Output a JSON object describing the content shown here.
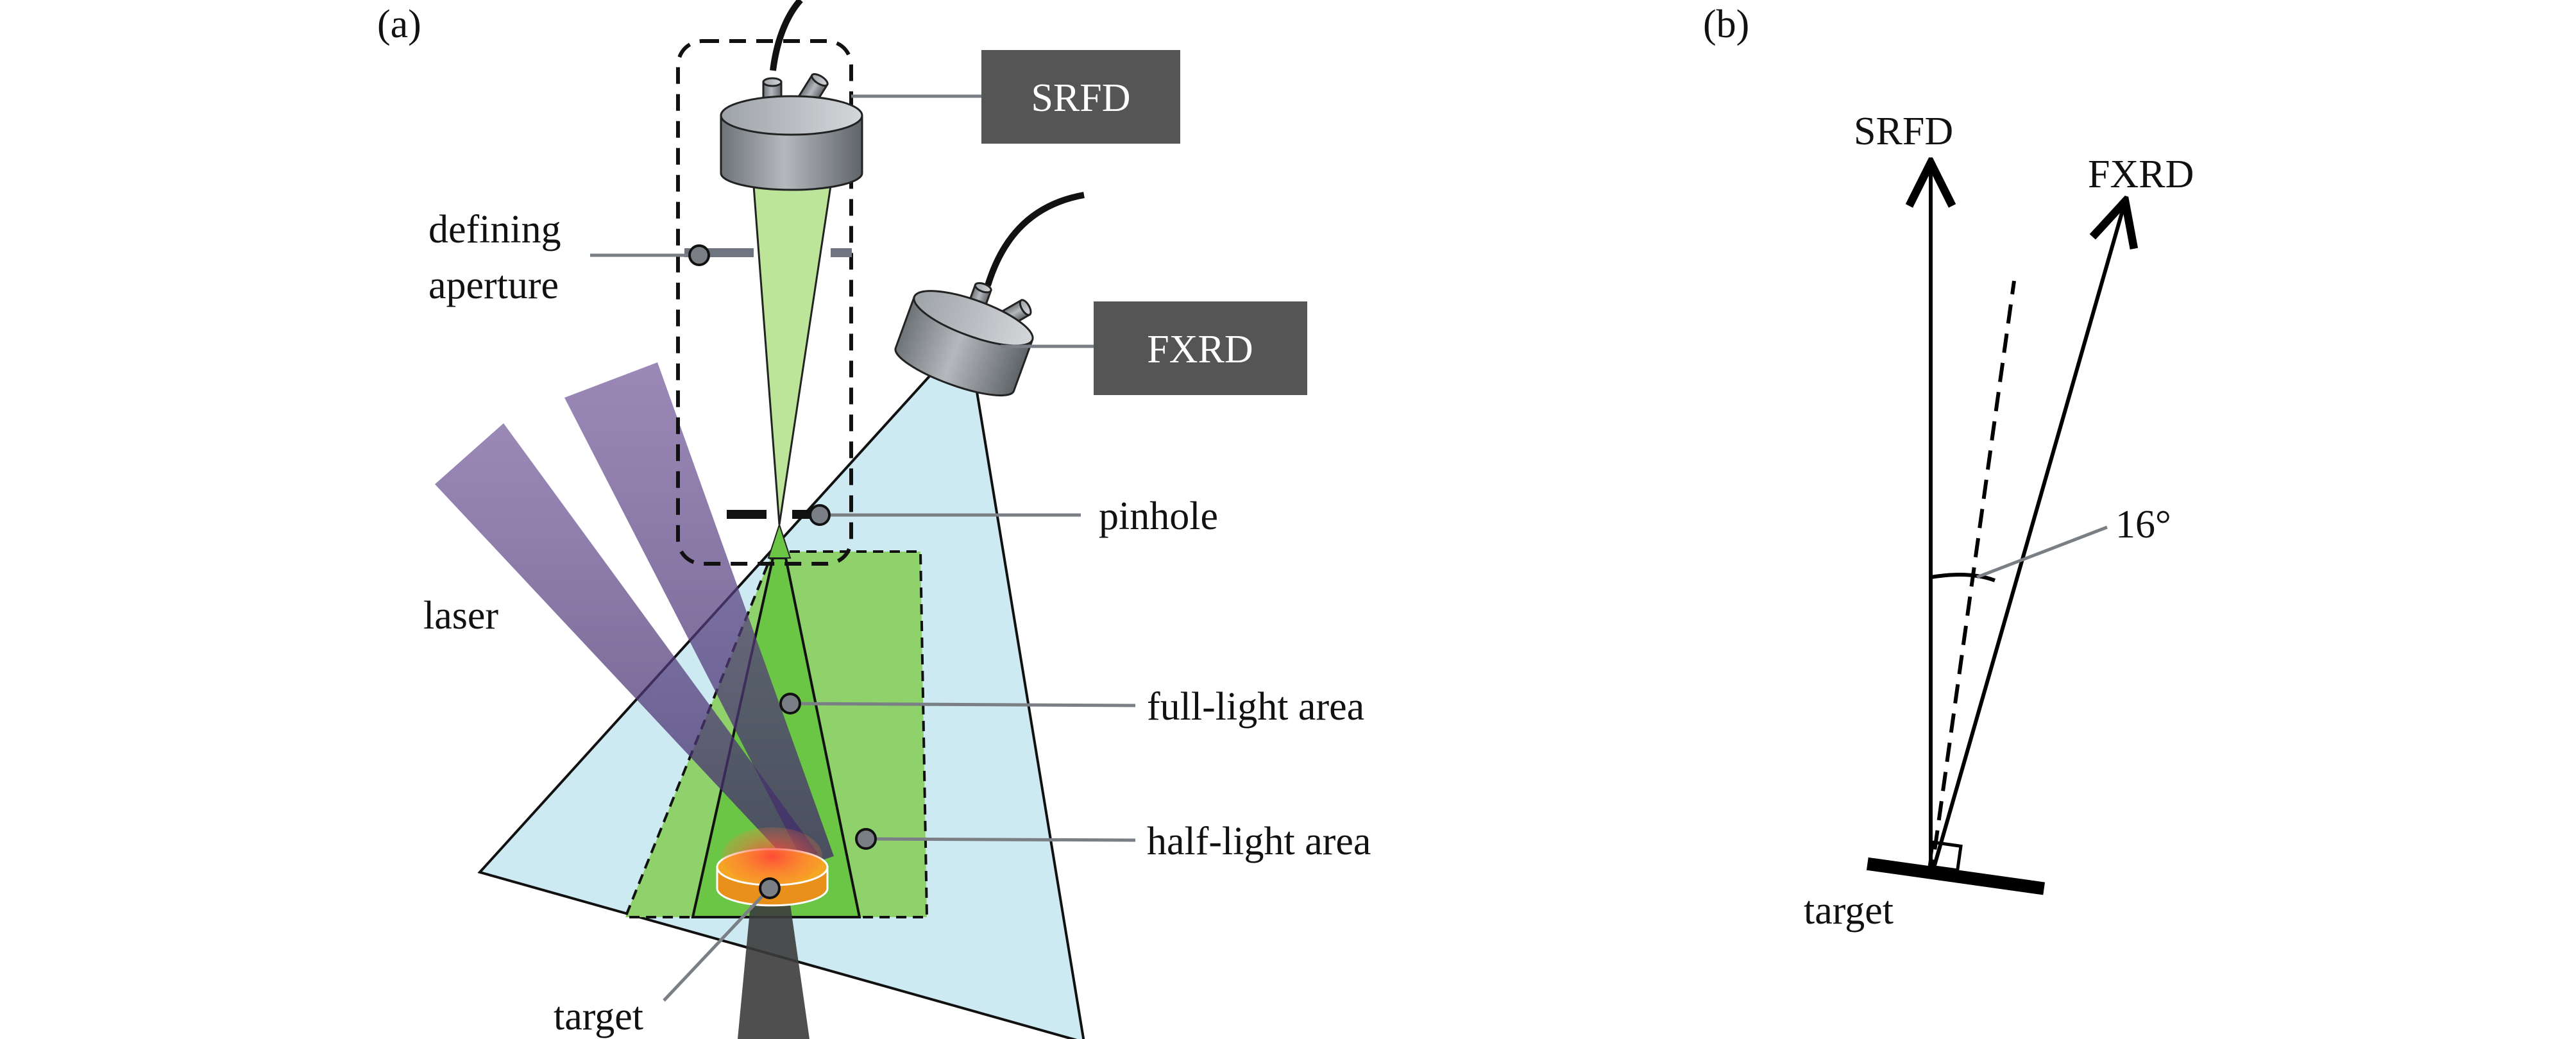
{
  "panel_a": {
    "panel_label": "(a)",
    "srfd_label": "SRFD",
    "fxrd_label": "FXRD",
    "defining_aperture_line1": "defining",
    "defining_aperture_line2": "aperture",
    "pinhole_label": "pinhole",
    "laser_label": "laser",
    "full_light_label": "full-light area",
    "half_light_label": "half-light area",
    "target_label": "target"
  },
  "panel_b": {
    "panel_label": "(b)",
    "srfd_label": "SRFD",
    "fxrd_label": "FXRD",
    "angle_label": "16°",
    "target_label": "target"
  },
  "colors": {
    "label_box": "#555555",
    "fxrd_cone": "#cde9f2",
    "half_light": "#8fd16a",
    "full_light": "#6cc645",
    "srfd_beam": "#bde59a",
    "laser": "#6b4f94",
    "target": "#f5a623",
    "callout_line": "#7a7f86"
  }
}
